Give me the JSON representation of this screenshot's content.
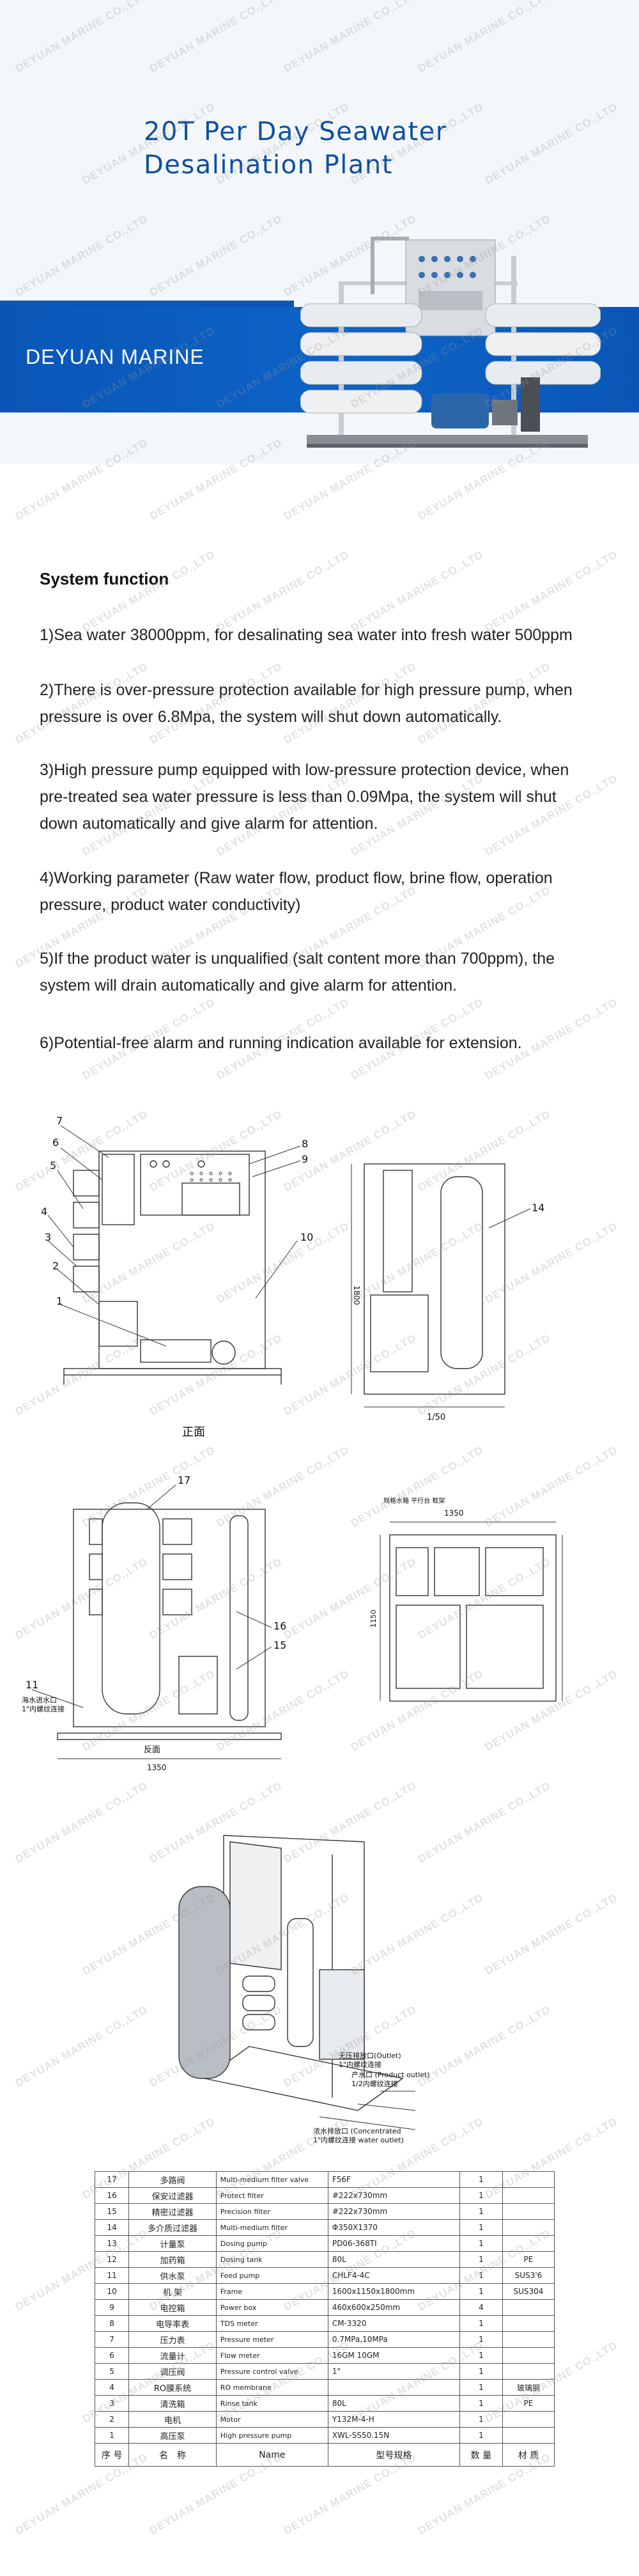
{
  "hero": {
    "title_line1": "20T Per Day Seawater",
    "title_line2": "Desalination Plant",
    "brand": "DEYUAN MARINE"
  },
  "watermark": "DEYUAN MARINE CO.,LTD",
  "system_function": {
    "heading": "System function",
    "items": [
      "1)Sea water 38000ppm, for desalinating sea water into fresh water 500ppm",
      "2)There is over-pressure protection available for high pressure pump, when pressure is over 6.8Mpa, the system will shut down automatically.",
      "3)High pressure pump equipped with low-pressure protection device, when pre-treated sea water pressure is less than 0.09Mpa, the system will shut down automatically and give alarm for attention.",
      "4)Working parameter (Raw water flow, product flow, brine flow, operation pressure, product water conductivity)",
      "5)If the product water is unqualified (salt content more than 700ppm), the system will drain automatically and give alarm for attention.",
      "6)Potential-free alarm and running indication available for extension."
    ]
  },
  "drawings": {
    "front_caption": "正面",
    "back_caption": "反面",
    "front_dim_width": "1/50",
    "front_dim_height": "1800",
    "plan_dim_width": "1350",
    "plan_dim_height": "1150",
    "back_dim_width": "1350",
    "plan_note_top": "规格水箱 平行台 框架",
    "callouts_front": [
      "7",
      "6",
      "5",
      "4",
      "3",
      "2",
      "1",
      "8",
      "9",
      "10"
    ],
    "callout_side": "14",
    "callouts_back": [
      "17",
      "16",
      "15",
      "11"
    ],
    "back_label_inlet_1": "海水进水口",
    "back_label_inlet_2": "1\"内螺纹连接",
    "iso_label_1": "无压排放口(Outlet)",
    "iso_label_2": "1\"内螺纹连接",
    "iso_label_3": "产水口 (Product outlet)",
    "iso_label_4": "1/2内螺纹连接",
    "iso_label_5": "浓水排放口 (Concentrated",
    "iso_label_6": "1\"内螺纹连接 water outlet)"
  },
  "parts_table": {
    "header": {
      "no": "序 号",
      "cn": "名　称",
      "en": "Name",
      "model": "型号规格",
      "qty": "数 量",
      "mat": "材 质"
    },
    "rows": [
      {
        "no": "17",
        "cn": "多路阀",
        "en": "Multi-medium filter valve",
        "model": "F56F",
        "qty": "1",
        "mat": ""
      },
      {
        "no": "16",
        "cn": "保安过滤器",
        "en": "Protect filter",
        "model": "#222x730mm",
        "qty": "1",
        "mat": ""
      },
      {
        "no": "15",
        "cn": "精密过滤器",
        "en": "Precision filter",
        "model": "#222x730mm",
        "qty": "1",
        "mat": ""
      },
      {
        "no": "14",
        "cn": "多介质过滤器",
        "en": "Multi-medium filter",
        "model": "Φ350X1370",
        "qty": "1",
        "mat": ""
      },
      {
        "no": "13",
        "cn": "计量泵",
        "en": "Dosing pump",
        "model": "PD06-368TI",
        "qty": "1",
        "mat": ""
      },
      {
        "no": "12",
        "cn": "加药箱",
        "en": "Dosing tank",
        "model": "80L",
        "qty": "1",
        "mat": "PE"
      },
      {
        "no": "11",
        "cn": "供水泵",
        "en": "Feed pump",
        "model": "CHLF4-4C",
        "qty": "1",
        "mat": "SUS3'6"
      },
      {
        "no": "10",
        "cn": "机 架",
        "en": "Frame",
        "model": "1600x1150x1800mm",
        "qty": "1",
        "mat": "SUS304"
      },
      {
        "no": "9",
        "cn": "电控箱",
        "en": "Power box",
        "model": "460x600x250mm",
        "qty": "4",
        "mat": ""
      },
      {
        "no": "8",
        "cn": "电导率表",
        "en": "TDS meter",
        "model": "CM-3320",
        "qty": "1",
        "mat": ""
      },
      {
        "no": "7",
        "cn": "压力表",
        "en": "Pressure meter",
        "model": "0.7MPa,10MPa",
        "qty": "1",
        "mat": ""
      },
      {
        "no": "6",
        "cn": "流量计",
        "en": "Flow meter",
        "model": "16GM  10GM",
        "qty": "1",
        "mat": ""
      },
      {
        "no": "5",
        "cn": "调压阀",
        "en": "Pressure control valve",
        "model": "1\"",
        "qty": "1",
        "mat": ""
      },
      {
        "no": "4",
        "cn": "RO膜系统",
        "en": "RO membrane",
        "model": "",
        "qty": "1",
        "mat": "玻璃钢"
      },
      {
        "no": "3",
        "cn": "清洗箱",
        "en": "Rinse tank",
        "model": "80L",
        "qty": "1",
        "mat": "PE"
      },
      {
        "no": "2",
        "cn": "电机",
        "en": "Motor",
        "model": "Y132M-4-H",
        "qty": "1",
        "mat": ""
      },
      {
        "no": "1",
        "cn": "高压泵",
        "en": "High pressure pump",
        "model": "XWL-SS50.15N",
        "qty": "1",
        "mat": ""
      }
    ]
  }
}
